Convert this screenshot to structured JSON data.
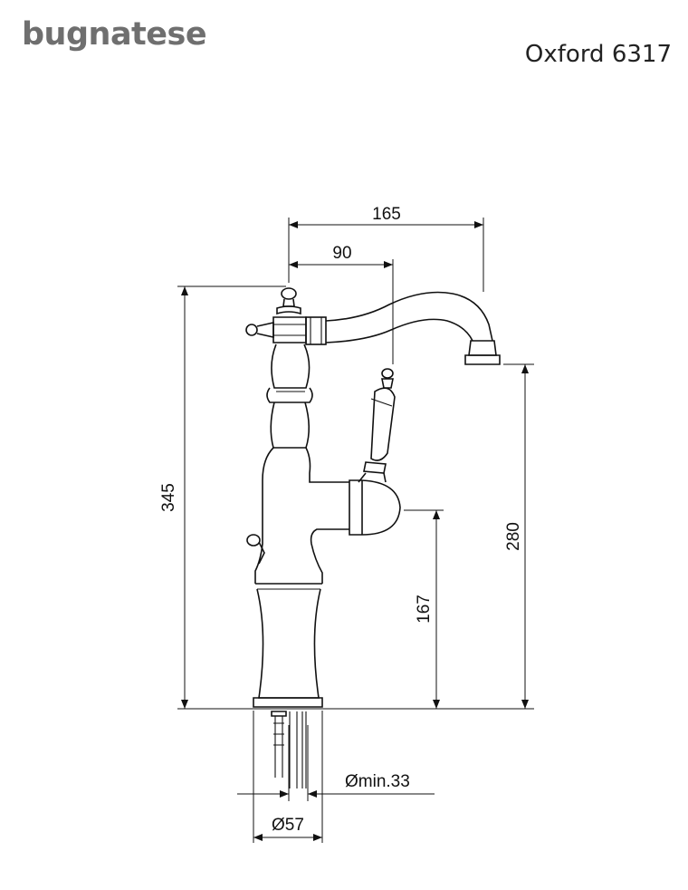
{
  "header": {
    "brand": "bugnatese",
    "model": "Oxford 6317"
  },
  "dimensions": {
    "spout_reach_total": "165",
    "spout_reach_partial": "90",
    "overall_height": "345",
    "spout_height": "280",
    "lever_height": "167",
    "hole_diameter": "Ømin.33",
    "base_diameter": "Ø57"
  },
  "colors": {
    "brand": "#6f6f6f",
    "line": "#111111",
    "background": "#ffffff"
  }
}
